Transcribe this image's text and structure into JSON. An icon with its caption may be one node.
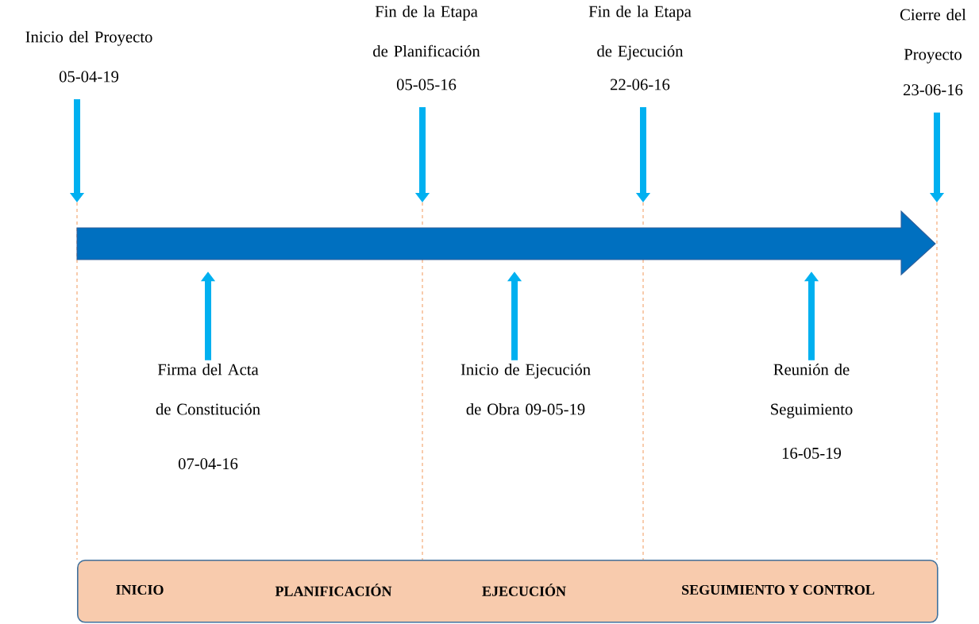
{
  "diagram": {
    "nodes": [
      {
        "text": [
          "Inicio del Proyecto",
          "05-04-19"
        ]
      },
      {
        "text": [
          "Fin de la Etapa de Planificación",
          "05-05-16"
        ]
      },
      {
        "text": [
          "Fin de la Etapa de Ejecución",
          "22-06-16"
        ]
      },
      {
        "text": [
          "Cierre del Proyecto",
          "23-06-16"
        ]
      },
      {
        "text": [],
        "shape": "arrow"
      },
      {
        "text": [
          "Firma del Acta de Constitución",
          "07-04-16"
        ]
      },
      {
        "text": [
          "Inicio de Ejecución de Obra 09-05-19"
        ]
      },
      {
        "text": [
          "Reunión de Seguimiento",
          "16-05-19"
        ]
      },
      {
        "text": [
          "INICIO",
          "PLANIFICACIÓN",
          "EJECUCIÓN",
          "SEGUIMIENTO Y CONTROL"
        ]
      }
    ],
    "edges": [
      {
        "from": 0,
        "to": 4,
        "arrow": "to"
      },
      {
        "from": 1,
        "to": 4,
        "arrow": "to"
      },
      {
        "from": 2,
        "to": 4,
        "arrow": "to"
      },
      {
        "from": 3,
        "to": 4,
        "arrow": "to"
      },
      {
        "from": 5,
        "to": 4,
        "arrow": "to"
      },
      {
        "from": 6,
        "to": 4,
        "arrow": "to"
      },
      {
        "from": 7,
        "to": 4,
        "arrow": "to"
      }
    ]
  }
}
